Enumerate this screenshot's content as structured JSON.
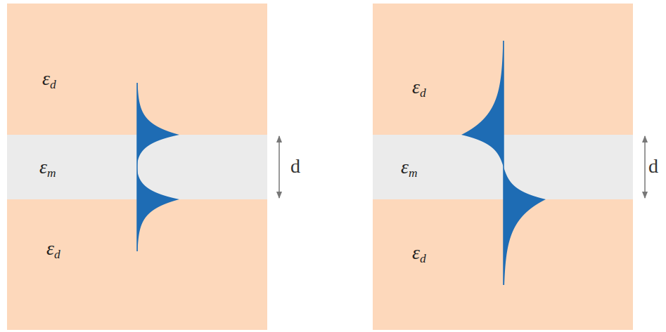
{
  "diagram": {
    "labels": [
      "εd",
      "εm",
      "εd",
      "d",
      "εd",
      "εm",
      "εd",
      "d"
    ]
  }
}
